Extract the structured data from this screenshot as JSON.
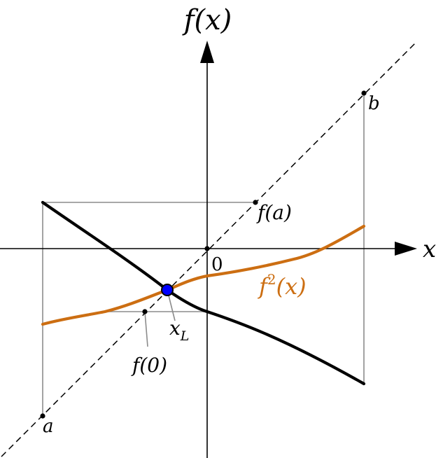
{
  "labels": {
    "y_axis": "f(x)",
    "x_axis": "x",
    "origin": "0",
    "point_a": "a",
    "point_b": "b",
    "f_of_a": "f(a)",
    "f_of_0": "f(0)",
    "x_L": "x",
    "x_L_sub": "L",
    "f2_base": "f",
    "f2_sup": "2",
    "f2_arg": "(x)"
  },
  "colors": {
    "axes": "#000000",
    "f_curve": "#000000",
    "f2_curve": "#cc6e12",
    "guides": "#8c8c8c",
    "diagonal": "#000000",
    "fixed_point": "#0000ff"
  }
}
